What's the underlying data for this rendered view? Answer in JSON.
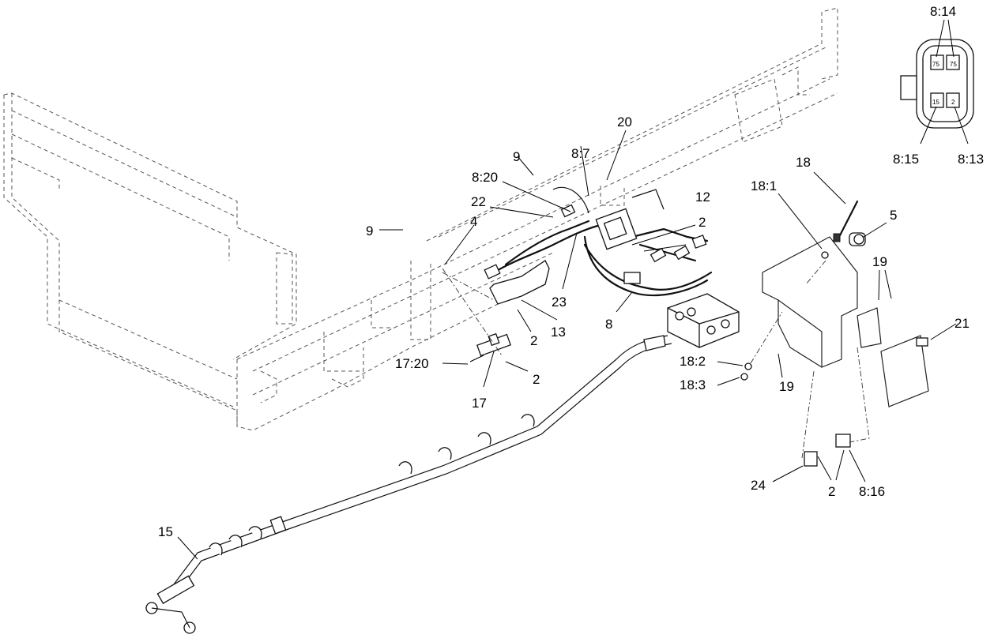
{
  "callouts": [
    {
      "id": "c-8-14",
      "text": "8:14"
    },
    {
      "id": "c-8-15",
      "text": "8:15"
    },
    {
      "id": "c-8-13",
      "text": "8:13"
    },
    {
      "id": "c-20",
      "text": "20"
    },
    {
      "id": "c-9a",
      "text": "9"
    },
    {
      "id": "c-8-7",
      "text": "8:7"
    },
    {
      "id": "c-8-20",
      "text": "8:20"
    },
    {
      "id": "c-22",
      "text": "22"
    },
    {
      "id": "c-9b",
      "text": "9"
    },
    {
      "id": "c-4",
      "text": "4"
    },
    {
      "id": "c-12",
      "text": "12"
    },
    {
      "id": "c-2a",
      "text": "2"
    },
    {
      "id": "c-23",
      "text": "23"
    },
    {
      "id": "c-8",
      "text": "8"
    },
    {
      "id": "c-13",
      "text": "13"
    },
    {
      "id": "c-2b",
      "text": "2"
    },
    {
      "id": "c-17-20",
      "text": "17:20"
    },
    {
      "id": "c-2c",
      "text": "2"
    },
    {
      "id": "c-17",
      "text": "17"
    },
    {
      "id": "c-18",
      "text": "18"
    },
    {
      "id": "c-18-1",
      "text": "18:1"
    },
    {
      "id": "c-5",
      "text": "5"
    },
    {
      "id": "c-19a",
      "text": "19"
    },
    {
      "id": "c-21",
      "text": "21"
    },
    {
      "id": "c-18-2",
      "text": "18:2"
    },
    {
      "id": "c-18-3",
      "text": "18:3"
    },
    {
      "id": "c-19b",
      "text": "19"
    },
    {
      "id": "c-24",
      "text": "24"
    },
    {
      "id": "c-2d",
      "text": "2"
    },
    {
      "id": "c-8-16",
      "text": "8:16"
    },
    {
      "id": "c-15",
      "text": "15"
    }
  ],
  "connector_pins": [
    "75",
    "75",
    "15",
    "2"
  ]
}
